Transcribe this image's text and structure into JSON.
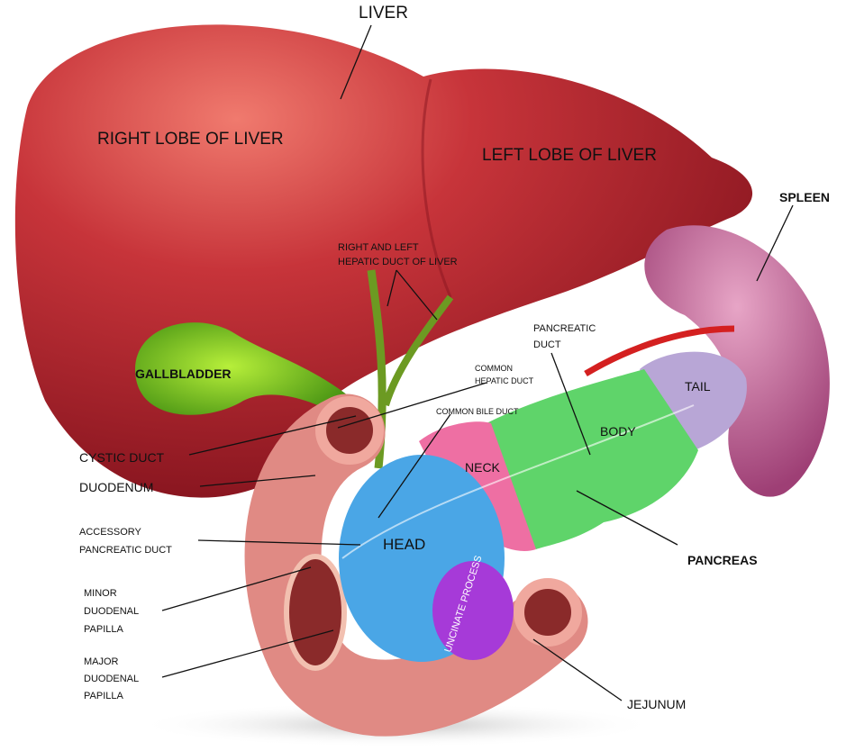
{
  "labels": {
    "liver": "LIVER",
    "right_lobe": "RIGHT LOBE OF LIVER",
    "left_lobe": "LEFT LOBE OF LIVER",
    "spleen": "SPLEEN",
    "hepatic_duct": [
      "RIGHT AND LEFT",
      "HEPATIC DUCT OF LIVER"
    ],
    "pancreatic_duct": [
      "PANCREATIC",
      "DUCT"
    ],
    "gallbladder": "GALLBLADDER",
    "common_hepatic_duct": [
      "COMMON",
      "HEPATIC DUCT"
    ],
    "common_bile_duct": "COMMON BILE DUCT",
    "tail": "TAIL",
    "body": "BODY",
    "neck": "NECK",
    "head": "HEAD",
    "cystic_duct": "CYSTIC DUCT",
    "duodenum": "DUODENUM",
    "accessory_pancreatic_duct": [
      "ACCESSORY",
      "PANCREATIC DUCT"
    ],
    "minor_duodenal_papilla": [
      "MINOR",
      "DUODENAL",
      "PAPILLA"
    ],
    "major_duodenal_papilla": [
      "MAJOR",
      "DUODENAL",
      "PAPILLA"
    ],
    "uncinate_process": "UNCINATE PROCESS",
    "pancreas": "PANCREAS",
    "jejunum": "JEJUNUM"
  },
  "colors": {
    "liver": "#b3262e",
    "gallbladder": "#5cb01c",
    "spleen": "#b9578f",
    "duodenum": "#e08a84",
    "pancreas_head": "#4aa6e6",
    "pancreas_neck": "#ee6fa3",
    "pancreas_body": "#5fd46a",
    "pancreas_tail": "#b8a6d6",
    "uncinate": "#a63ad8"
  }
}
